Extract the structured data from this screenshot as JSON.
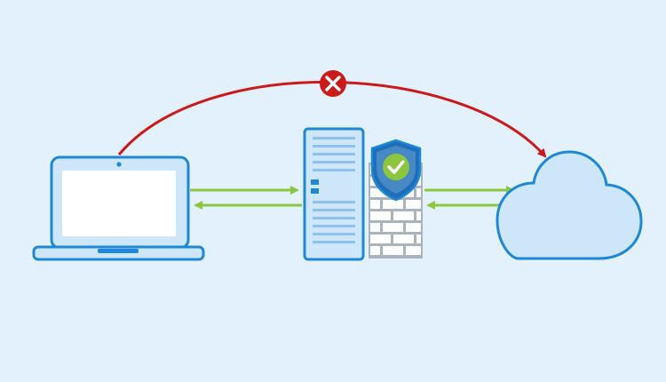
{
  "diagram": {
    "colors": {
      "background": "#E3F1FC",
      "outline": "#1E88D6",
      "device_fill": "#CDE6FA",
      "screen": "#FFFFFF",
      "blocked_path": "#CC1A1A",
      "allowed_path": "#8CC63F",
      "shield": "#1E6FB8",
      "check": "#8CC63F",
      "brick_fill": "#FFFFFF",
      "brick_mortar": "#A9B4BF"
    },
    "nodes": [
      {
        "id": "laptop",
        "icon": "laptop-icon"
      },
      {
        "id": "server",
        "icon": "server-icon"
      },
      {
        "id": "firewall",
        "icon": "firewall-icon",
        "badge": "shield-check-icon"
      },
      {
        "id": "cloud",
        "icon": "cloud-icon"
      }
    ],
    "edges": [
      {
        "from": "laptop",
        "to": "cloud",
        "status": "blocked",
        "marker": "x-icon"
      },
      {
        "from": "laptop",
        "to": "server",
        "status": "allowed"
      },
      {
        "from": "server",
        "to": "laptop",
        "status": "allowed"
      },
      {
        "from": "firewall",
        "to": "cloud",
        "status": "allowed"
      },
      {
        "from": "cloud",
        "to": "firewall",
        "status": "allowed"
      }
    ]
  }
}
